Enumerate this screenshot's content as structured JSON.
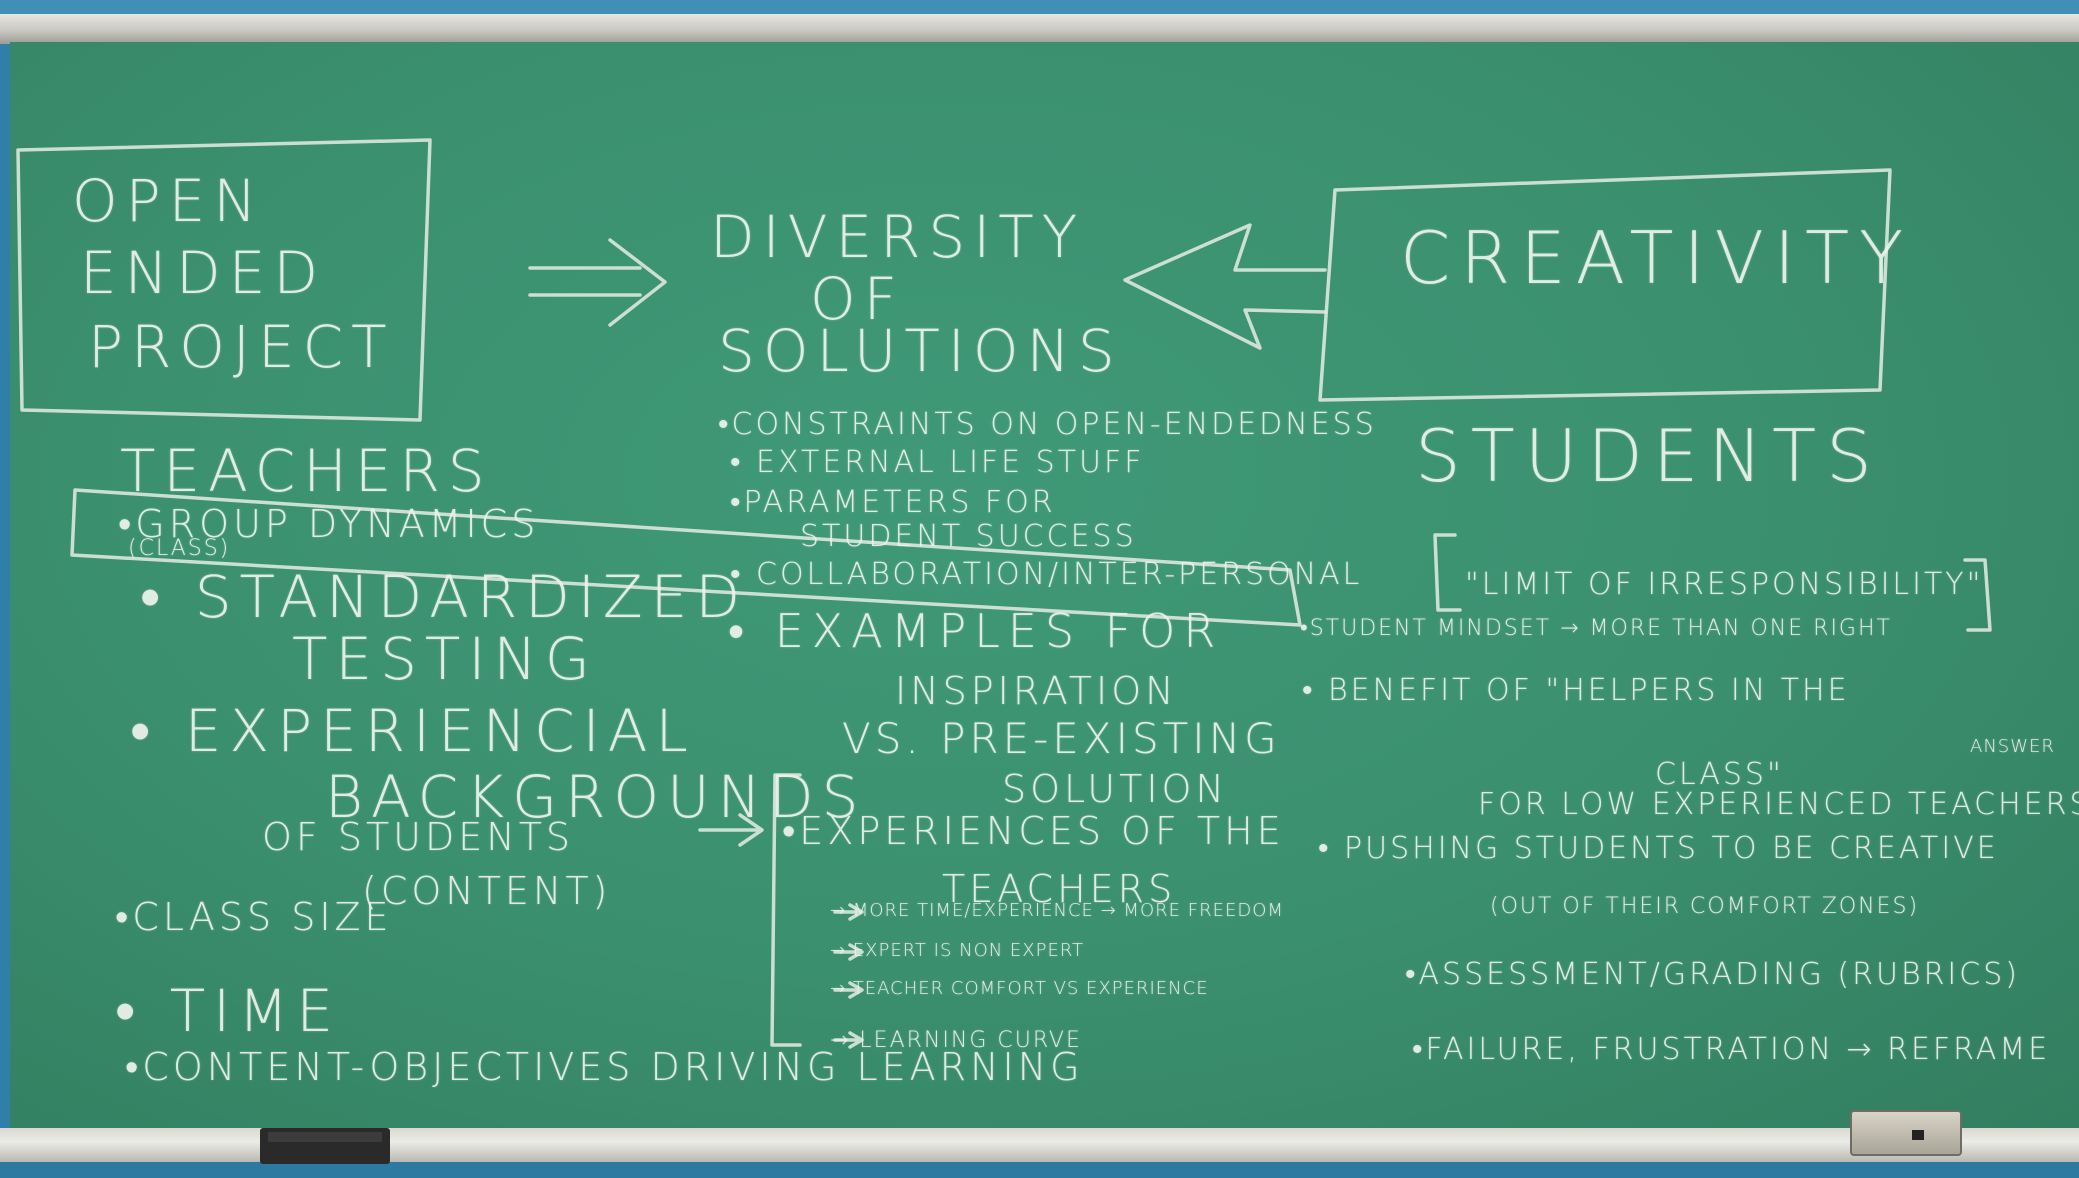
{
  "board": {
    "open_ended_project": [
      "OPEN",
      "ENDED",
      "PROJECT"
    ],
    "diversity": [
      "DIVERSITY",
      "OF",
      "SOLUTIONS"
    ],
    "creativity": "CREATIVITY",
    "teachers_heading": "TEACHERS",
    "students_heading": "STUDENTS",
    "teachers_items": [
      "•GROUP DYNAMICS",
      "(CLASS)",
      "• STANDARDIZED",
      "TESTING",
      "• EXPERIENCIAL",
      "BACKGROUNDS",
      "OF STUDENTS",
      "(CONTENT)",
      "•CLASS SIZE",
      "• TIME",
      "•CONTENT-OBJECTIVES DRIVING LEARNING"
    ],
    "middle_items": [
      "•CONSTRAINTS ON OPEN-ENDEDNESS",
      "• EXTERNAL LIFE STUFF",
      "•PARAMETERS FOR",
      "STUDENT SUCCESS",
      "• COLLABORATION/INTER-PERSONAL",
      "• EXAMPLES FOR",
      "INSPIRATION",
      "VS. PRE-EXISTING",
      "SOLUTION"
    ],
    "experiences_items": [
      "•EXPERIENCES OF THE",
      "TEACHERS",
      "→ MORE TIME/EXPERIENCE → MORE FREEDOM",
      "→ EXPERT IS NON EXPERT",
      "→ TEACHER COMFORT VS EXPERIENCE",
      "→ LEARNING CURVE"
    ],
    "students_items": [
      "\"LIMIT OF IRRESPONSIBILITY\"",
      "•STUDENT MINDSET → MORE THAN ONE RIGHT",
      "ANSWER",
      "• BENEFIT OF \"HELPERS IN THE",
      "CLASS\"",
      "FOR LOW EXPERIENCED TEACHERS",
      "• PUSHING STUDENTS TO BE CREATIVE",
      "(OUT OF THEIR COMFORT ZONES)",
      "•ASSESSMENT/GRADING (RUBRICS)",
      "•FAILURE, FRUSTRATION → REFRAME"
    ]
  }
}
